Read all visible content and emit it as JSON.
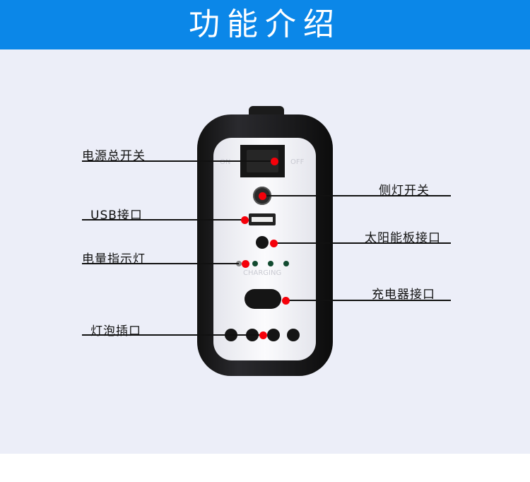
{
  "header": {
    "title": "功能介绍"
  },
  "device": {
    "switch_on": "ON",
    "switch_off": "OFF",
    "charging": "CHARGING"
  },
  "labels": {
    "main_switch": "电源总开关",
    "usb_port": "USB接口",
    "battery_indicator": "电量指示灯",
    "bulb_ports": "灯泡插口",
    "side_light_switch": "侧灯开关",
    "solar_panel_port": "太阳能板接口",
    "charger_port": "充电器接口"
  },
  "colors": {
    "header": "#0b87e8",
    "background": "#eceef8",
    "marker": "#f5000a"
  }
}
